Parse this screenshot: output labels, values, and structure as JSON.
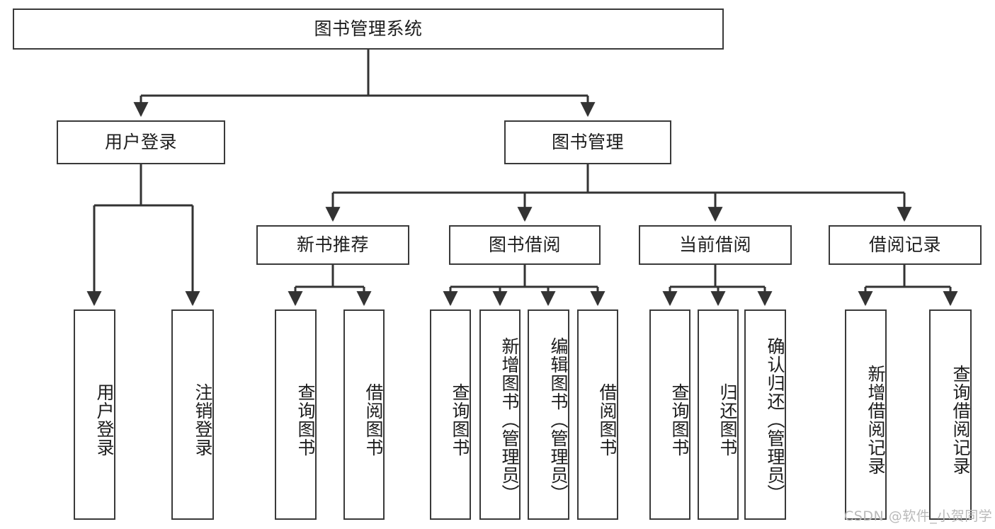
{
  "diagram": {
    "type": "tree-flowchart",
    "title": "图书管理系统",
    "root": {
      "id": "root",
      "label": "图书管理系统"
    },
    "level2": [
      {
        "id": "user-login",
        "label": "用户登录"
      },
      {
        "id": "book-manage",
        "label": "图书管理"
      }
    ],
    "level3": [
      {
        "id": "new-book-rec",
        "label": "新书推荐"
      },
      {
        "id": "book-borrow",
        "label": "图书借阅"
      },
      {
        "id": "current-borrow",
        "label": "当前借阅"
      },
      {
        "id": "borrow-record",
        "label": "借阅记录"
      }
    ],
    "leaves": [
      {
        "id": "leaf-user-login",
        "label": "用户登录",
        "parent": "user-login"
      },
      {
        "id": "leaf-logout",
        "label": "注销登录",
        "parent": "user-login"
      },
      {
        "id": "leaf-query-book-1",
        "label": "查询图书",
        "parent": "new-book-rec"
      },
      {
        "id": "leaf-borrow-book-1",
        "label": "借阅图书",
        "parent": "new-book-rec"
      },
      {
        "id": "leaf-query-book-2",
        "label": "查询图书",
        "parent": "book-borrow"
      },
      {
        "id": "leaf-add-book",
        "label": "新增图书（管理员）",
        "parent": "book-borrow"
      },
      {
        "id": "leaf-edit-book",
        "label": "编辑图书（管理员）",
        "parent": "book-borrow"
      },
      {
        "id": "leaf-borrow-book-2",
        "label": "借阅图书",
        "parent": "book-borrow"
      },
      {
        "id": "leaf-query-book-3",
        "label": "查询图书",
        "parent": "current-borrow"
      },
      {
        "id": "leaf-return-book",
        "label": "归还图书",
        "parent": "current-borrow"
      },
      {
        "id": "leaf-confirm-return",
        "label": "确认归还（管理员）",
        "parent": "current-borrow"
      },
      {
        "id": "leaf-add-record",
        "label": "新增借阅记录",
        "parent": "borrow-record"
      },
      {
        "id": "leaf-query-record",
        "label": "查询借阅记录",
        "parent": "borrow-record"
      }
    ],
    "watermark": "CSDN @软件_小贺同学",
    "colors": {
      "box_border": "#3a3a3a",
      "box_fill": "#ffffff",
      "connector": "#333333",
      "text": "#1d1d1d",
      "watermark": "#b9b9b9",
      "background": "#ffffff"
    }
  }
}
